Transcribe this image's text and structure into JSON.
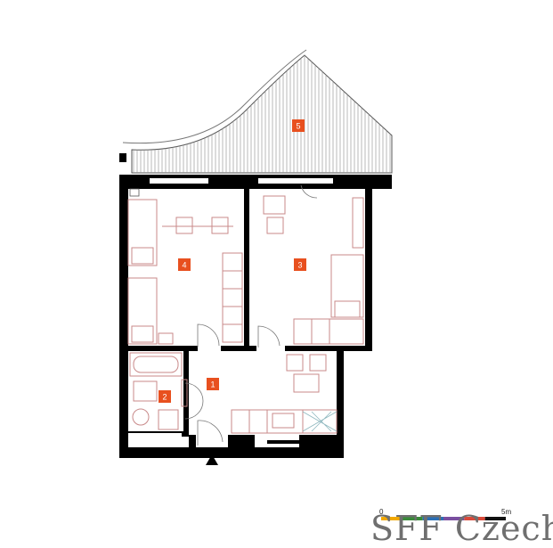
{
  "colors": {
    "wall": "#000000",
    "label_bg": "#e8501f",
    "furniture": "#c98a8a",
    "door_swing": "#8fb8bf",
    "balcony_hatch": "#9a9a9a",
    "brand": "#6f6f6f"
  },
  "rooms": [
    {
      "id": "r1",
      "label": "1"
    },
    {
      "id": "r2",
      "label": "2"
    },
    {
      "id": "r3",
      "label": "3"
    },
    {
      "id": "r4",
      "label": "4"
    },
    {
      "id": "r5",
      "label": "5"
    }
  ],
  "scale_bar": {
    "start_label": "0",
    "end_label": "5m",
    "segment_colors": [
      "#f2a900",
      "#3a8a3a",
      "#2b6fb5",
      "#7a4fa0",
      "#d94a3a",
      "#111111"
    ]
  },
  "entrance_icon": "entrance-arrow-icon",
  "brand_text": "SFF Czech"
}
